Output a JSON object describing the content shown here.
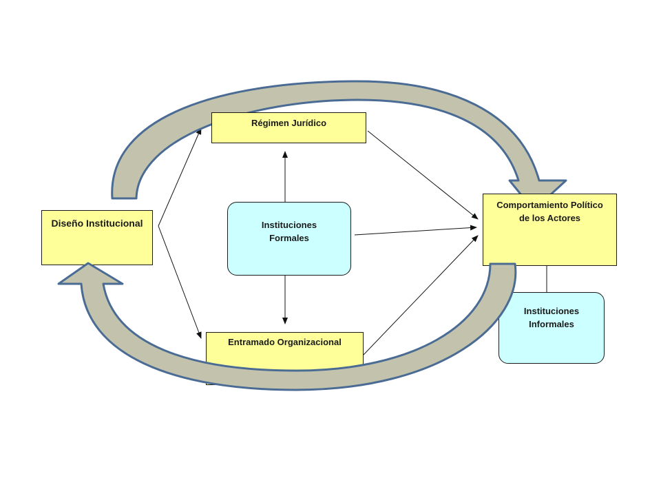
{
  "colors": {
    "yellow_box": "#ffff99",
    "cyan_box": "#ccffff",
    "cycle_arrow_fill": "#c3c3ad",
    "cycle_arrow_stroke": "#4a6b94",
    "connector": "#111111"
  },
  "nodes": {
    "diseno": "Diseño Institucional",
    "regimen": "Régimen Jurídico",
    "formales": "Instituciones\nFormales",
    "entramado": "Entramado Organizacional",
    "comportamiento": "Comportamiento Político\nde los Actores",
    "informales": "Instituciones\nInformales"
  },
  "edges": [
    {
      "from": "diseno",
      "to": "regimen"
    },
    {
      "from": "diseno",
      "to": "entramado"
    },
    {
      "from": "formales",
      "to": "regimen"
    },
    {
      "from": "formales",
      "to": "entramado"
    },
    {
      "from": "formales",
      "to": "comportamiento"
    },
    {
      "from": "regimen",
      "to": "comportamiento"
    },
    {
      "from": "entramado",
      "to": "comportamiento"
    },
    {
      "from": "informales",
      "to": "comportamiento"
    },
    {
      "from": "diseno",
      "to": "comportamiento",
      "style": "curved-block-arrow-top"
    },
    {
      "from": "comportamiento",
      "to": "diseno",
      "style": "curved-block-arrow-bottom"
    }
  ]
}
